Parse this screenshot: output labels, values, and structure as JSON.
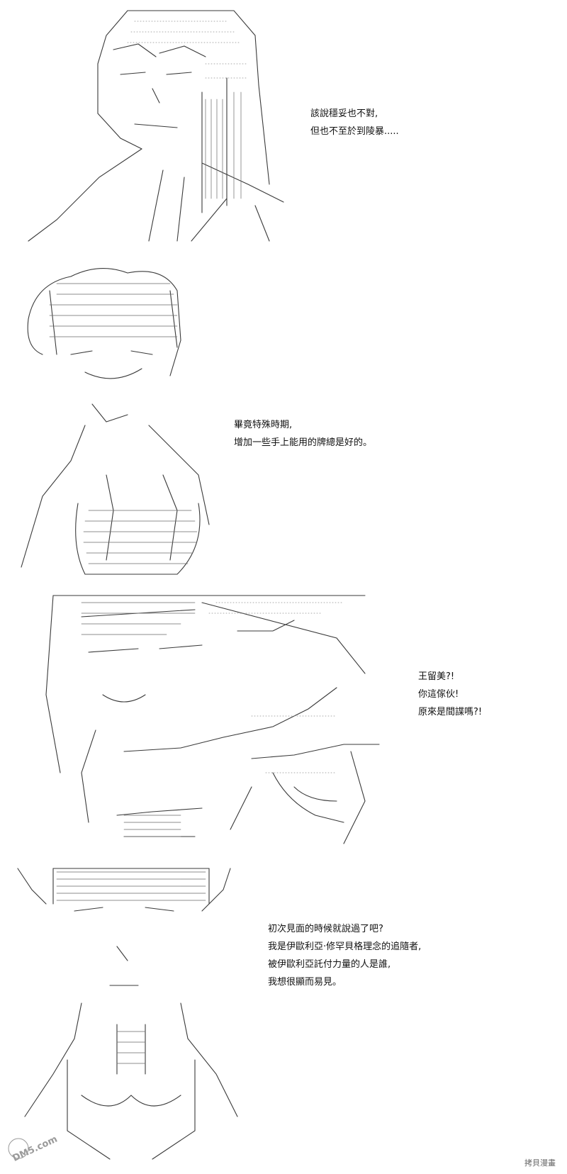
{
  "panels": [
    {
      "lines": [
        "該說穩妥也不對,",
        "但也不至於到陵暴....."
      ]
    },
    {
      "lines": [
        "畢竟特殊時期,",
        "增加一些手上能用的牌總是好的。"
      ]
    },
    {
      "lines": [
        "王留美?!",
        "你這傢伙!",
        "原來是間諜嗎?!"
      ]
    },
    {
      "lines": [
        "初次見面的時候就說過了吧?",
        "我是伊歐利亞·修罕貝格理念的追隨者,",
        "被伊歐利亞託付力量的人是誰,",
        "我想很顯而易見。"
      ]
    }
  ],
  "watermark": {
    "left_logo": "DM5.com",
    "right_text": "拷貝漫畫"
  }
}
